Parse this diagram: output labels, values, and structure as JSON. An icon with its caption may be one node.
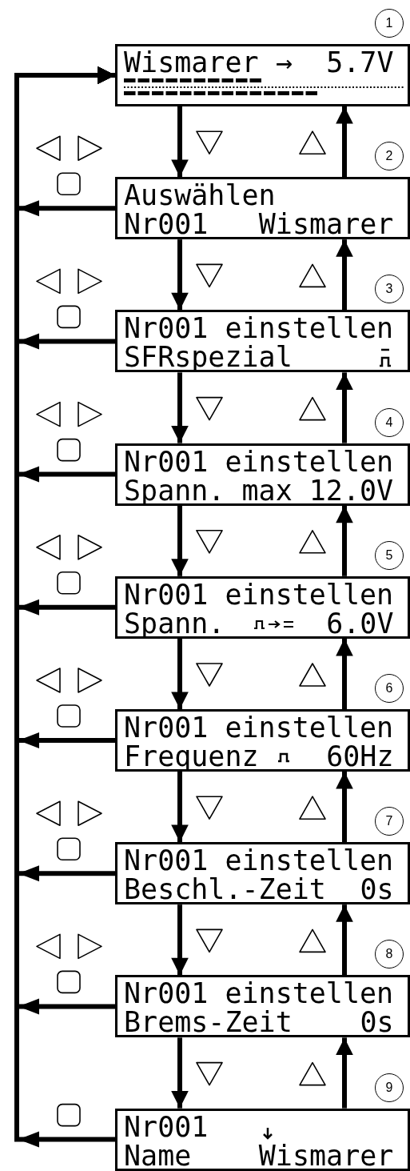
{
  "diagram": {
    "nodes": [
      {
        "text": [
          "Wismarer",
          "→",
          "5.7V"
        ],
        "beside": [
          "1"
        ]
      },
      {
        "text": [
          "Auswählen",
          "Nr001",
          "Wismarer"
        ],
        "beside": [
          "2"
        ]
      },
      {
        "text": [
          "Nr001 einstellen",
          "SFRspezial"
        ],
        "beside": [
          "3"
        ]
      },
      {
        "text": [
          "Nr001 einstellen",
          "Spann. max 12.0V"
        ],
        "beside": [
          "4"
        ]
      },
      {
        "text": [
          "Nr001 einstellen",
          "Spann.",
          "6.0V"
        ],
        "beside": [
          "5"
        ]
      },
      {
        "text": [
          "Nr001 einstellen",
          "Frequenz",
          "60Hz"
        ],
        "beside": [
          "6"
        ]
      },
      {
        "text": [
          "Nr001 einstellen",
          "Beschl.-Zeit",
          "0s"
        ],
        "beside": [
          "7"
        ]
      },
      {
        "text": [
          "Nr001 einstellen",
          "Brems-Zeit",
          "0s"
        ],
        "beside": [
          "8"
        ]
      },
      {
        "text": [
          "Nr001",
          "Name",
          "Wismarer"
        ],
        "beside": [
          "9"
        ]
      }
    ],
    "edges": [
      {
        "from": 0,
        "to": 1,
        "arrow": "to"
      },
      {
        "from": 1,
        "to": 0,
        "arrow": "to"
      },
      {
        "from": 1,
        "to": 2,
        "arrow": "to"
      },
      {
        "from": 2,
        "to": 1,
        "arrow": "to"
      },
      {
        "from": 2,
        "to": 3,
        "arrow": "to"
      },
      {
        "from": 3,
        "to": 2,
        "arrow": "to"
      },
      {
        "from": 3,
        "to": 4,
        "arrow": "to"
      },
      {
        "from": 4,
        "to": 3,
        "arrow": "to"
      },
      {
        "from": 4,
        "to": 5,
        "arrow": "to"
      },
      {
        "from": 5,
        "to": 4,
        "arrow": "to"
      },
      {
        "from": 5,
        "to": 6,
        "arrow": "to"
      },
      {
        "from": 6,
        "to": 5,
        "arrow": "to"
      },
      {
        "from": 6,
        "to": 7,
        "arrow": "to"
      },
      {
        "from": 7,
        "to": 6,
        "arrow": "to"
      },
      {
        "from": 7,
        "to": 8,
        "arrow": "to"
      },
      {
        "from": 8,
        "to": 7,
        "arrow": "to"
      },
      {
        "from": 1,
        "to": 0,
        "arrow": "to"
      },
      {
        "from": 2,
        "to": 0,
        "arrow": "to"
      },
      {
        "from": 3,
        "to": 0,
        "arrow": "to"
      },
      {
        "from": 4,
        "to": 0,
        "arrow": "to"
      },
      {
        "from": 5,
        "to": 0,
        "arrow": "to"
      },
      {
        "from": 6,
        "to": 0,
        "arrow": "to"
      },
      {
        "from": 7,
        "to": 0,
        "arrow": "to"
      },
      {
        "from": 8,
        "to": 0,
        "arrow": "to"
      }
    ]
  }
}
